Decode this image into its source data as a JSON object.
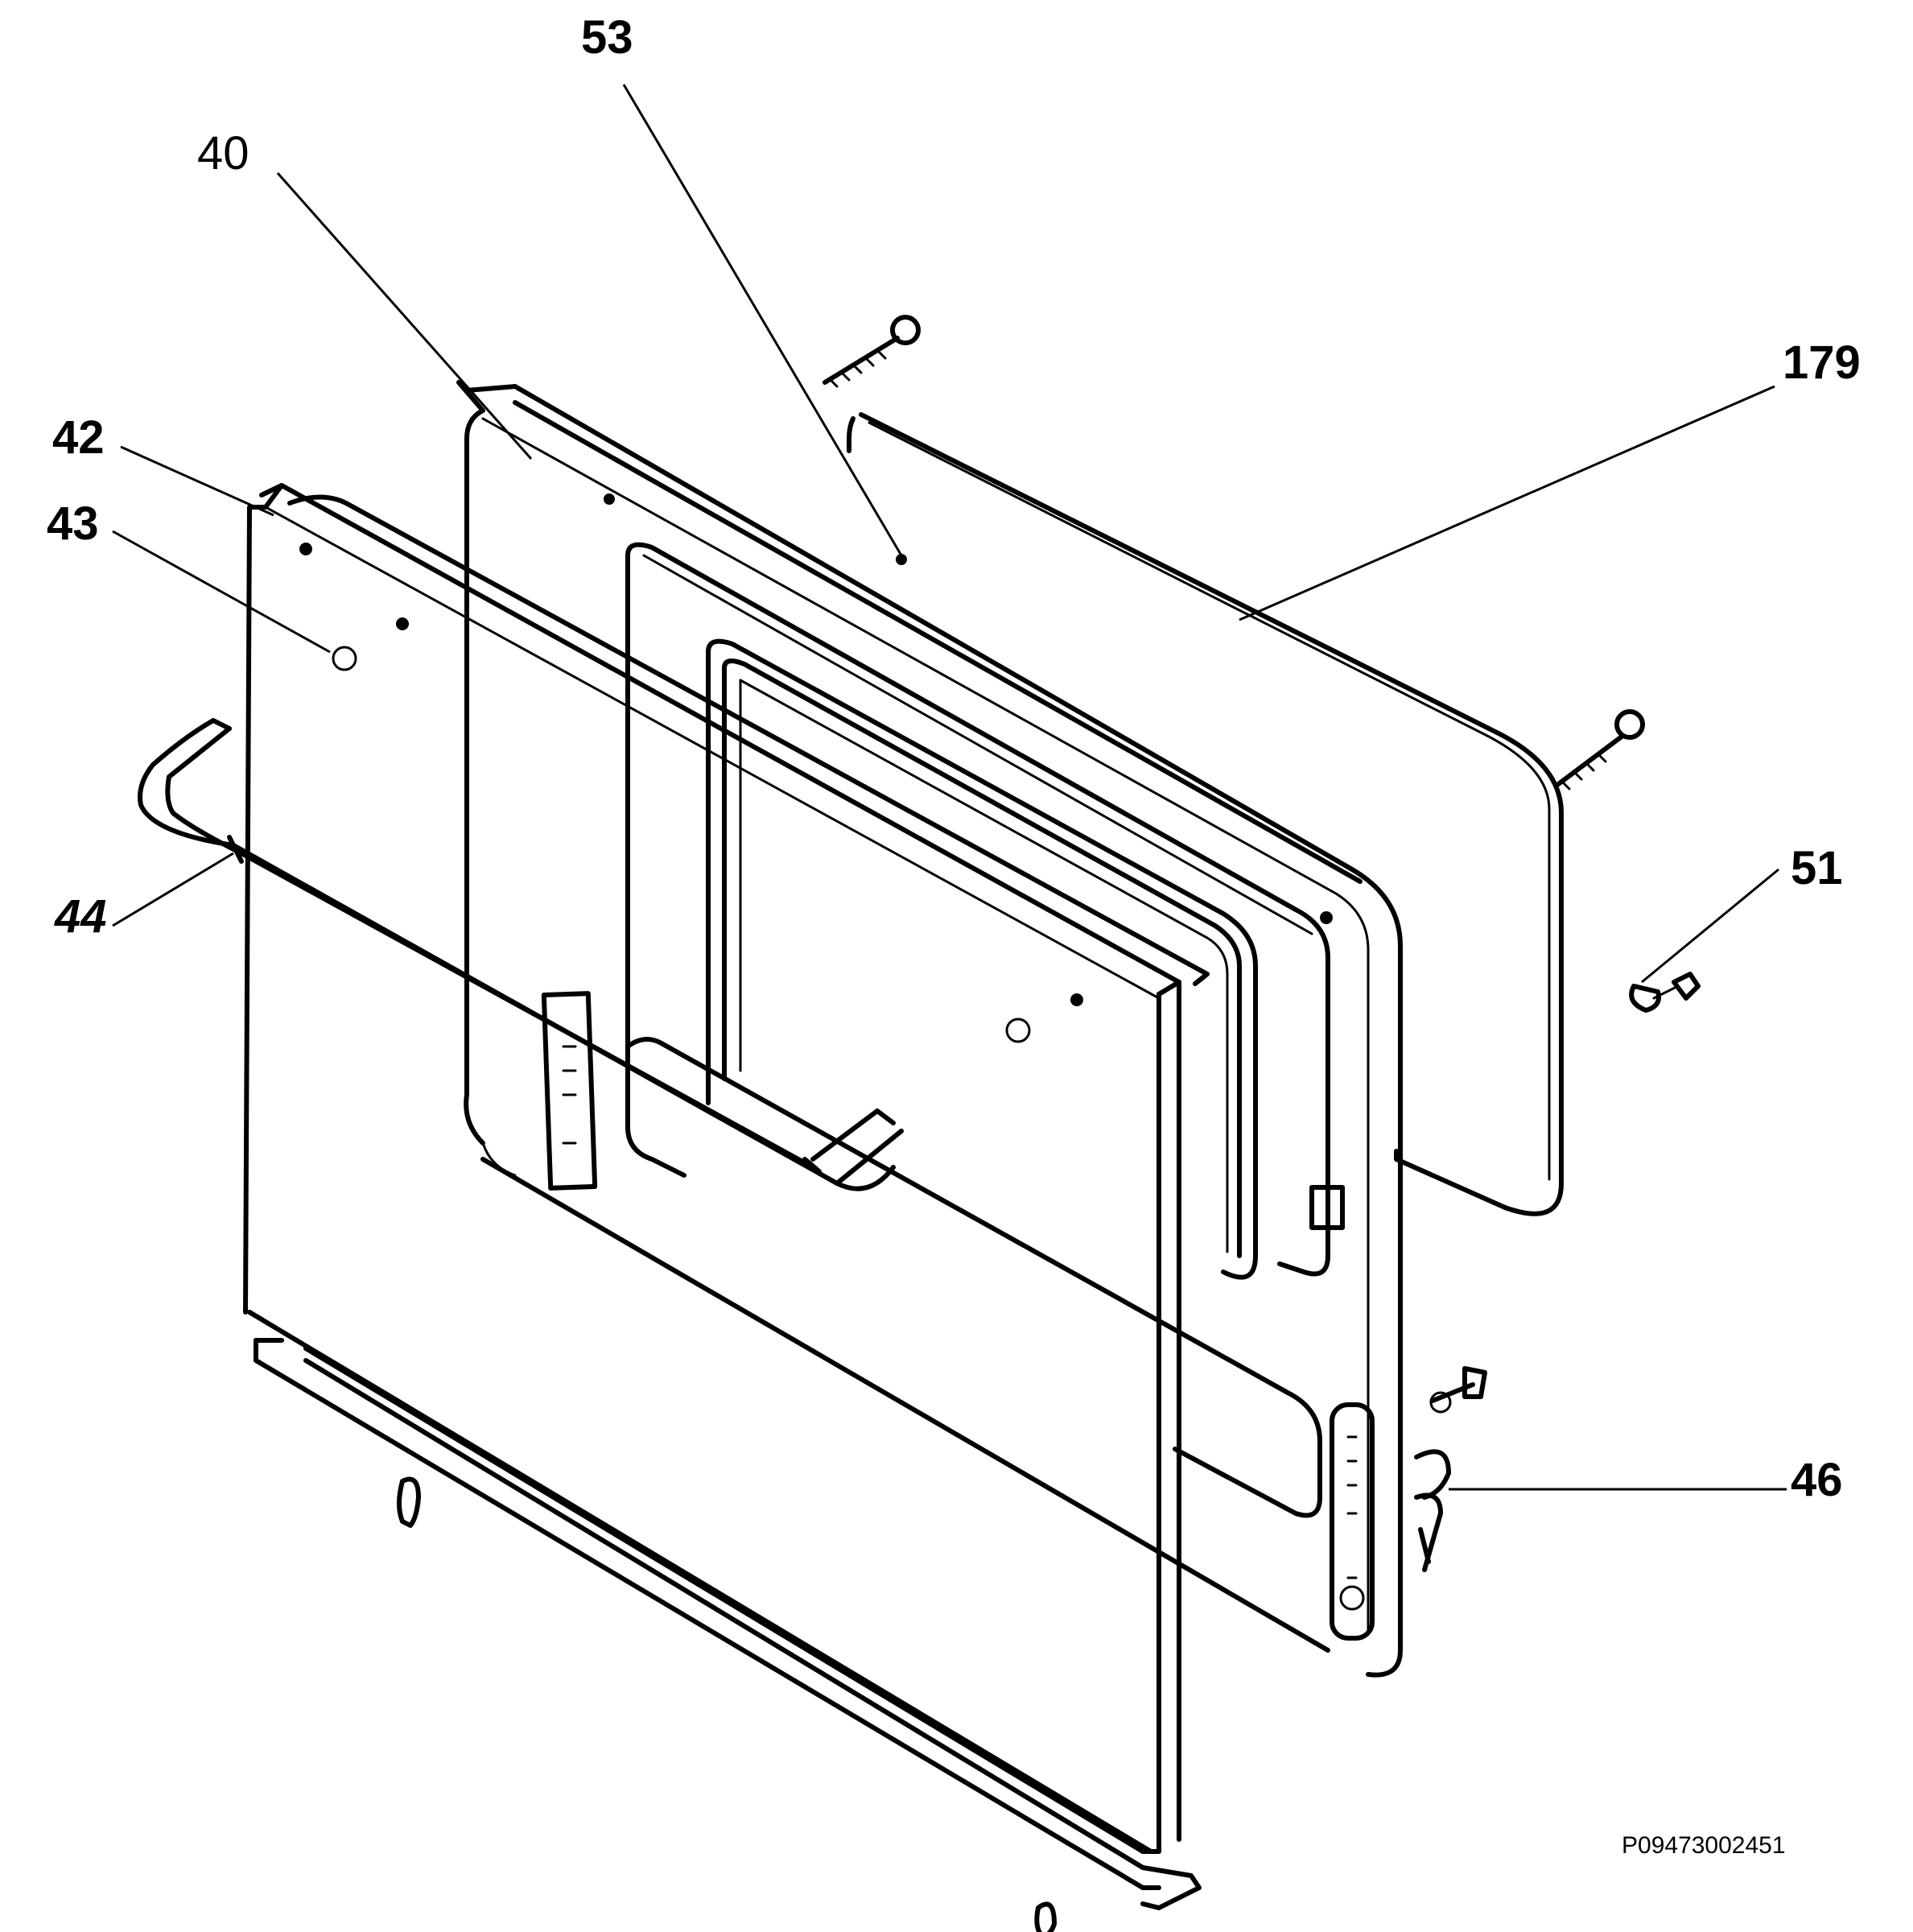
{
  "diagram": {
    "parts": [
      {
        "id": "part-53",
        "label": "53"
      },
      {
        "id": "part-40",
        "label": "40"
      },
      {
        "id": "part-179",
        "label": "179"
      },
      {
        "id": "part-42",
        "label": "42"
      },
      {
        "id": "part-43",
        "label": "43"
      },
      {
        "id": "part-44",
        "label": "44"
      },
      {
        "id": "part-51",
        "label": "51"
      },
      {
        "id": "part-46",
        "label": "46"
      }
    ],
    "drawing_code": "P09473002451"
  }
}
